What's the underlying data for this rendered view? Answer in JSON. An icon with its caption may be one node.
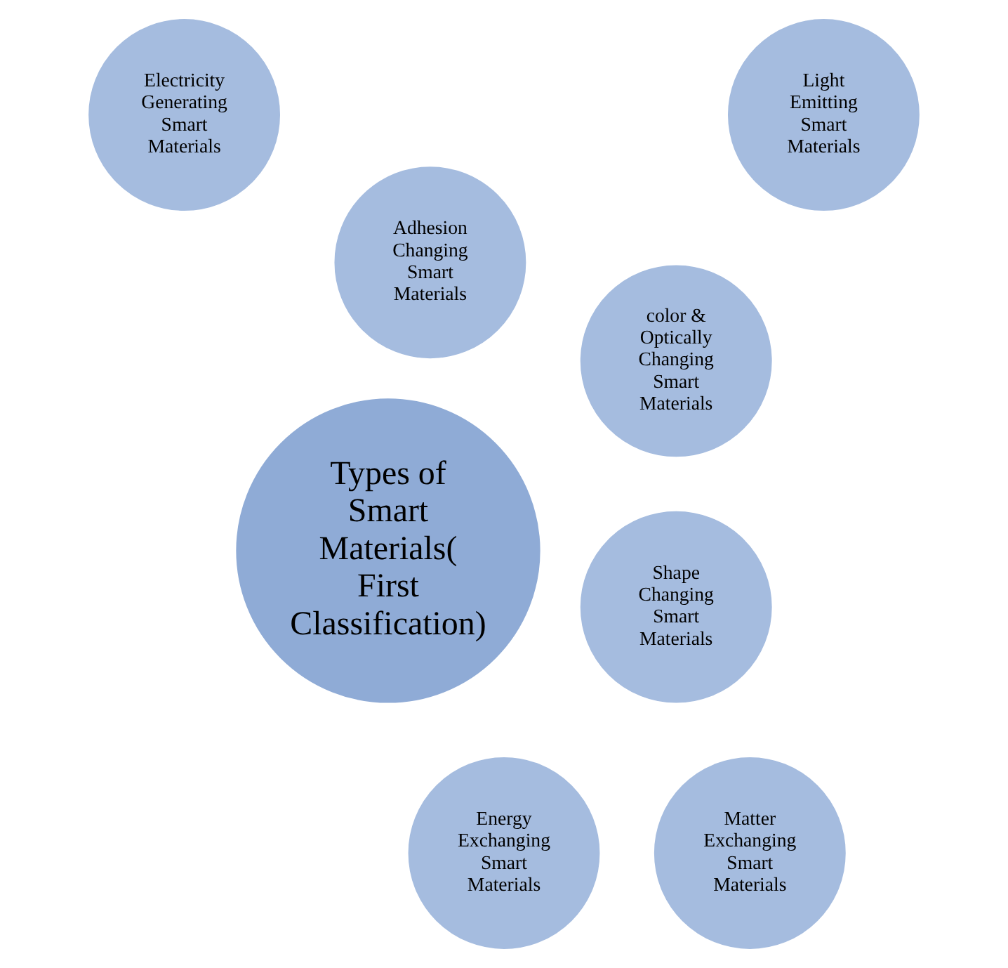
{
  "diagram": {
    "nodes": [
      {
        "text": [
          "Types of Smart Materials( First Classification)"
        ]
      },
      {
        "text": [
          "Shape Changing Smart Materials"
        ]
      },
      {
        "text": [
          "color & Optically Changing Smart Materials"
        ]
      },
      {
        "text": [
          "Adhesion Changing Smart Materials"
        ]
      },
      {
        "text": [
          "Light Emitting Smart Materials"
        ]
      },
      {
        "text": [
          "Electricity Generating Smart Materials"
        ]
      },
      {
        "text": [
          "Energy Exchanging Smart Materials"
        ]
      },
      {
        "text": [
          "Matter Exchanging Smart Materials"
        ]
      }
    ]
  }
}
